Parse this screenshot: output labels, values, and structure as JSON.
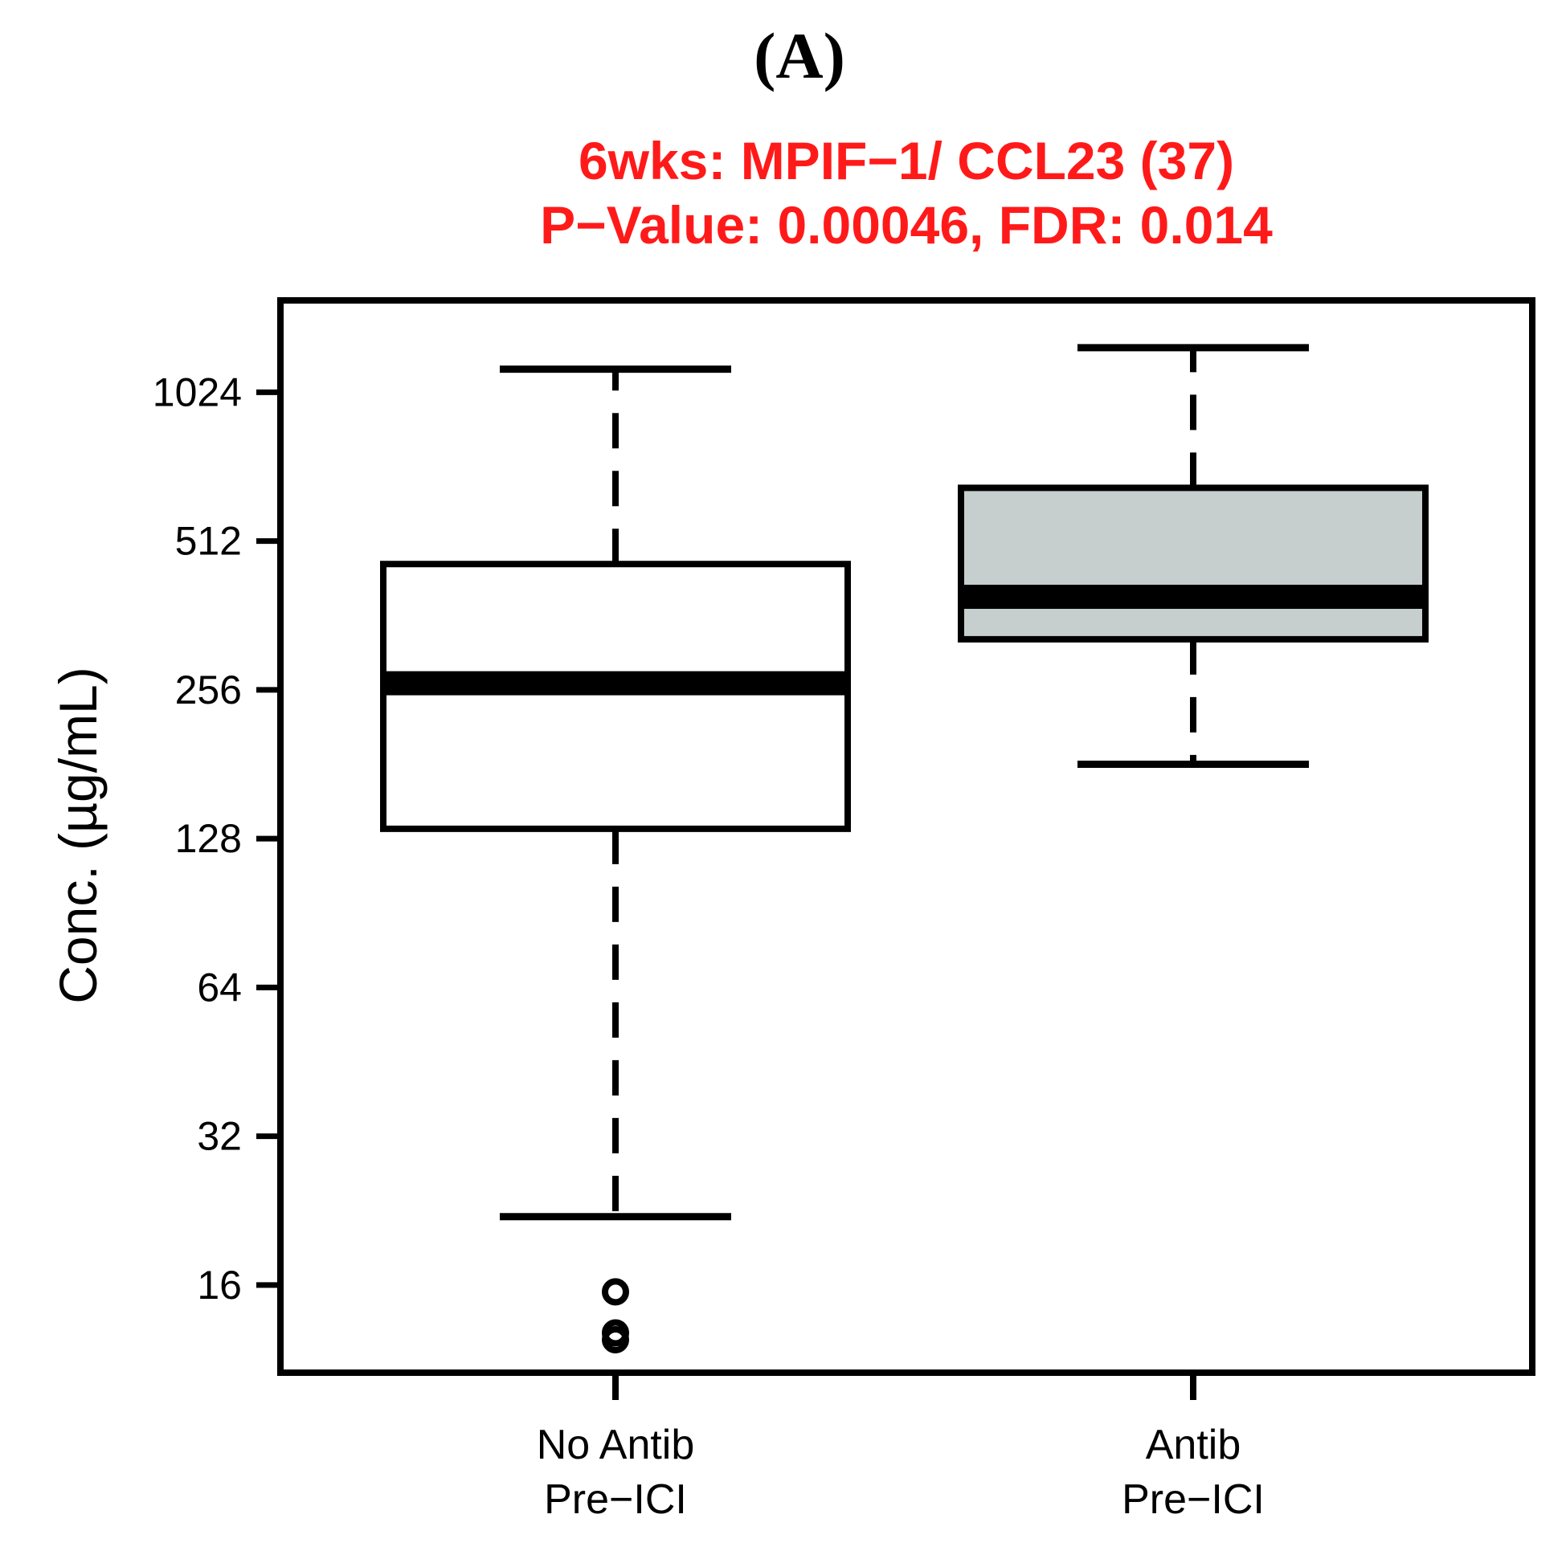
{
  "panel_label": "(A)",
  "colors": {
    "title": "#ff1a1a",
    "group_fills": [
      "#ffffff",
      "#c6cfcd"
    ],
    "line": "#000000"
  },
  "chart_data": {
    "type": "box",
    "title_lines": [
      "6wks:  MPIF−1/ CCL23 (37)",
      "P−Value: 0.00046, FDR: 0.014"
    ],
    "ylabel": "Conc. (µg/mL)",
    "yscale": "log2",
    "ylim": [
      11,
      1536
    ],
    "yticks": [
      16,
      32,
      64,
      128,
      256,
      512,
      1024
    ],
    "categories": [
      [
        "No Antib",
        "Pre−ICI"
      ],
      [
        "Antib",
        "Pre−ICI"
      ]
    ],
    "boxes": [
      {
        "whisker_low": 22,
        "q1": 134,
        "median": 264,
        "q3": 460,
        "whisker_high": 1140,
        "outliers": [
          15.5,
          12.8,
          12.4
        ]
      },
      {
        "whisker_low": 181,
        "q1": 324,
        "median": 395,
        "q3": 656,
        "whisker_high": 1260,
        "outliers": []
      }
    ],
    "grid": false,
    "legend": "none"
  }
}
